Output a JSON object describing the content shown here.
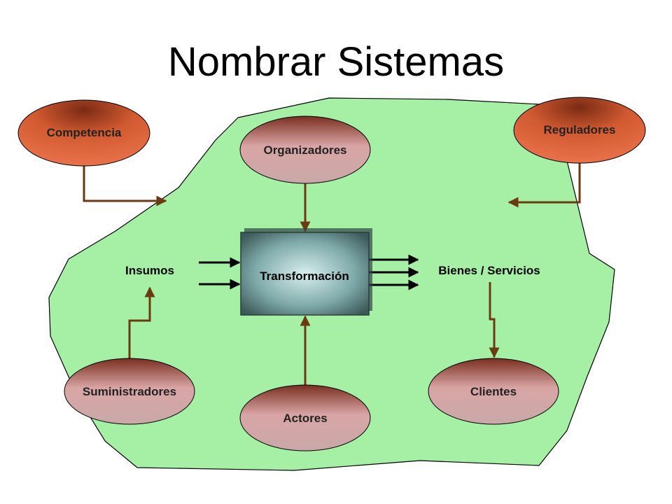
{
  "title": "Nombrar Sistemas",
  "nodes": {
    "competencia": "Competencia",
    "reguladores": "Reguladores",
    "organizadores": "Organizadores",
    "transformacion": "Transformación",
    "insumos": "Insumos",
    "bienes_servicios": "Bienes / Servicios",
    "suministradores": "Suministradores",
    "actores": "Actores",
    "clientes": "Clientes"
  },
  "colors": {
    "environment": "#a6f0a6",
    "environment_border": "#000000",
    "arrow_brown": "#6b3a10",
    "arrow_black": "#000000",
    "external_ellipse": "#c8502a",
    "internal_ellipse": "#c89a9a",
    "box_center": "#9ec7c7",
    "box_edge": "#4a6a6a"
  }
}
